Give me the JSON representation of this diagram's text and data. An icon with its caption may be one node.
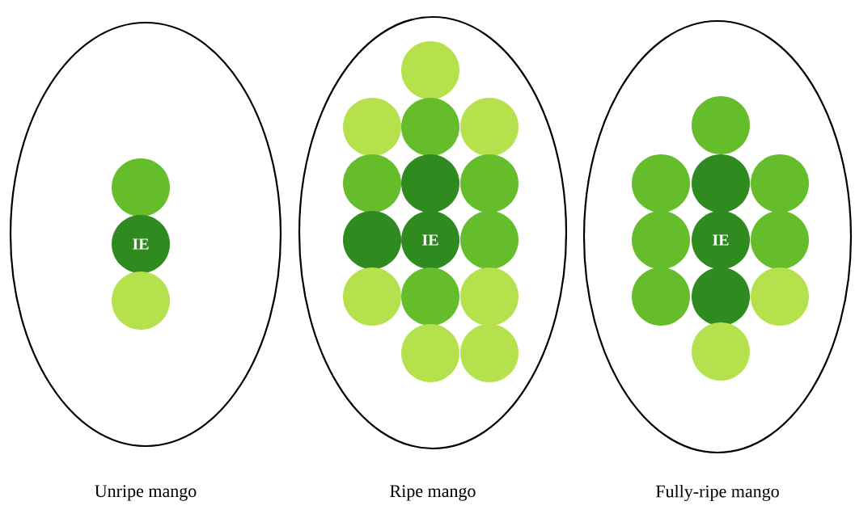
{
  "diagram": {
    "nodes": [
      {
        "text": [],
        "shape": "ellipse",
        "beside": [
          "Unripe mango"
        ]
      },
      {
        "text": [],
        "shape": "circle",
        "in": 0
      },
      {
        "text": [
          "IE"
        ],
        "in": 0
      },
      {
        "text": [],
        "shape": "circle",
        "in": 0
      },
      {
        "text": [],
        "shape": "ellipse",
        "beside": [
          "Ripe mango"
        ]
      },
      {
        "text": [],
        "shape": "circle",
        "in": 4
      },
      {
        "text": [],
        "shape": "circle",
        "in": 4
      },
      {
        "text": [],
        "shape": "circle",
        "in": 4
      },
      {
        "text": [],
        "shape": "circle",
        "in": 4
      },
      {
        "text": [],
        "shape": "circle",
        "in": 4
      },
      {
        "text": [],
        "shape": "circle",
        "in": 4
      },
      {
        "text": [],
        "shape": "circle",
        "in": 4
      },
      {
        "text": [],
        "shape": "circle",
        "in": 4
      },
      {
        "text": [
          "IE"
        ],
        "in": 4
      },
      {
        "text": [],
        "shape": "circle",
        "in": 4
      },
      {
        "text": [],
        "shape": "circle",
        "in": 4
      },
      {
        "text": [],
        "shape": "circle",
        "in": 4
      },
      {
        "text": [],
        "shape": "circle",
        "in": 4
      },
      {
        "text": [],
        "shape": "circle",
        "in": 4
      },
      {
        "text": [],
        "shape": "circle",
        "in": 4
      },
      {
        "text": [],
        "shape": "ellipse",
        "beside": [
          "Fully-ripe mango"
        ]
      },
      {
        "text": [],
        "shape": "circle",
        "in": 20
      },
      {
        "text": [],
        "shape": "circle",
        "in": 20
      },
      {
        "text": [],
        "shape": "circle",
        "in": 20
      },
      {
        "text": [],
        "shape": "circle",
        "in": 20
      },
      {
        "text": [],
        "shape": "circle",
        "in": 20
      },
      {
        "text": [
          "IE"
        ],
        "in": 20
      },
      {
        "text": [],
        "shape": "circle",
        "in": 20
      },
      {
        "text": [],
        "shape": "circle",
        "in": 20
      },
      {
        "text": [],
        "shape": "circle",
        "in": 20
      },
      {
        "text": [],
        "shape": "circle",
        "in": 20
      },
      {
        "text": [],
        "shape": "circle",
        "in": 20
      }
    ]
  }
}
